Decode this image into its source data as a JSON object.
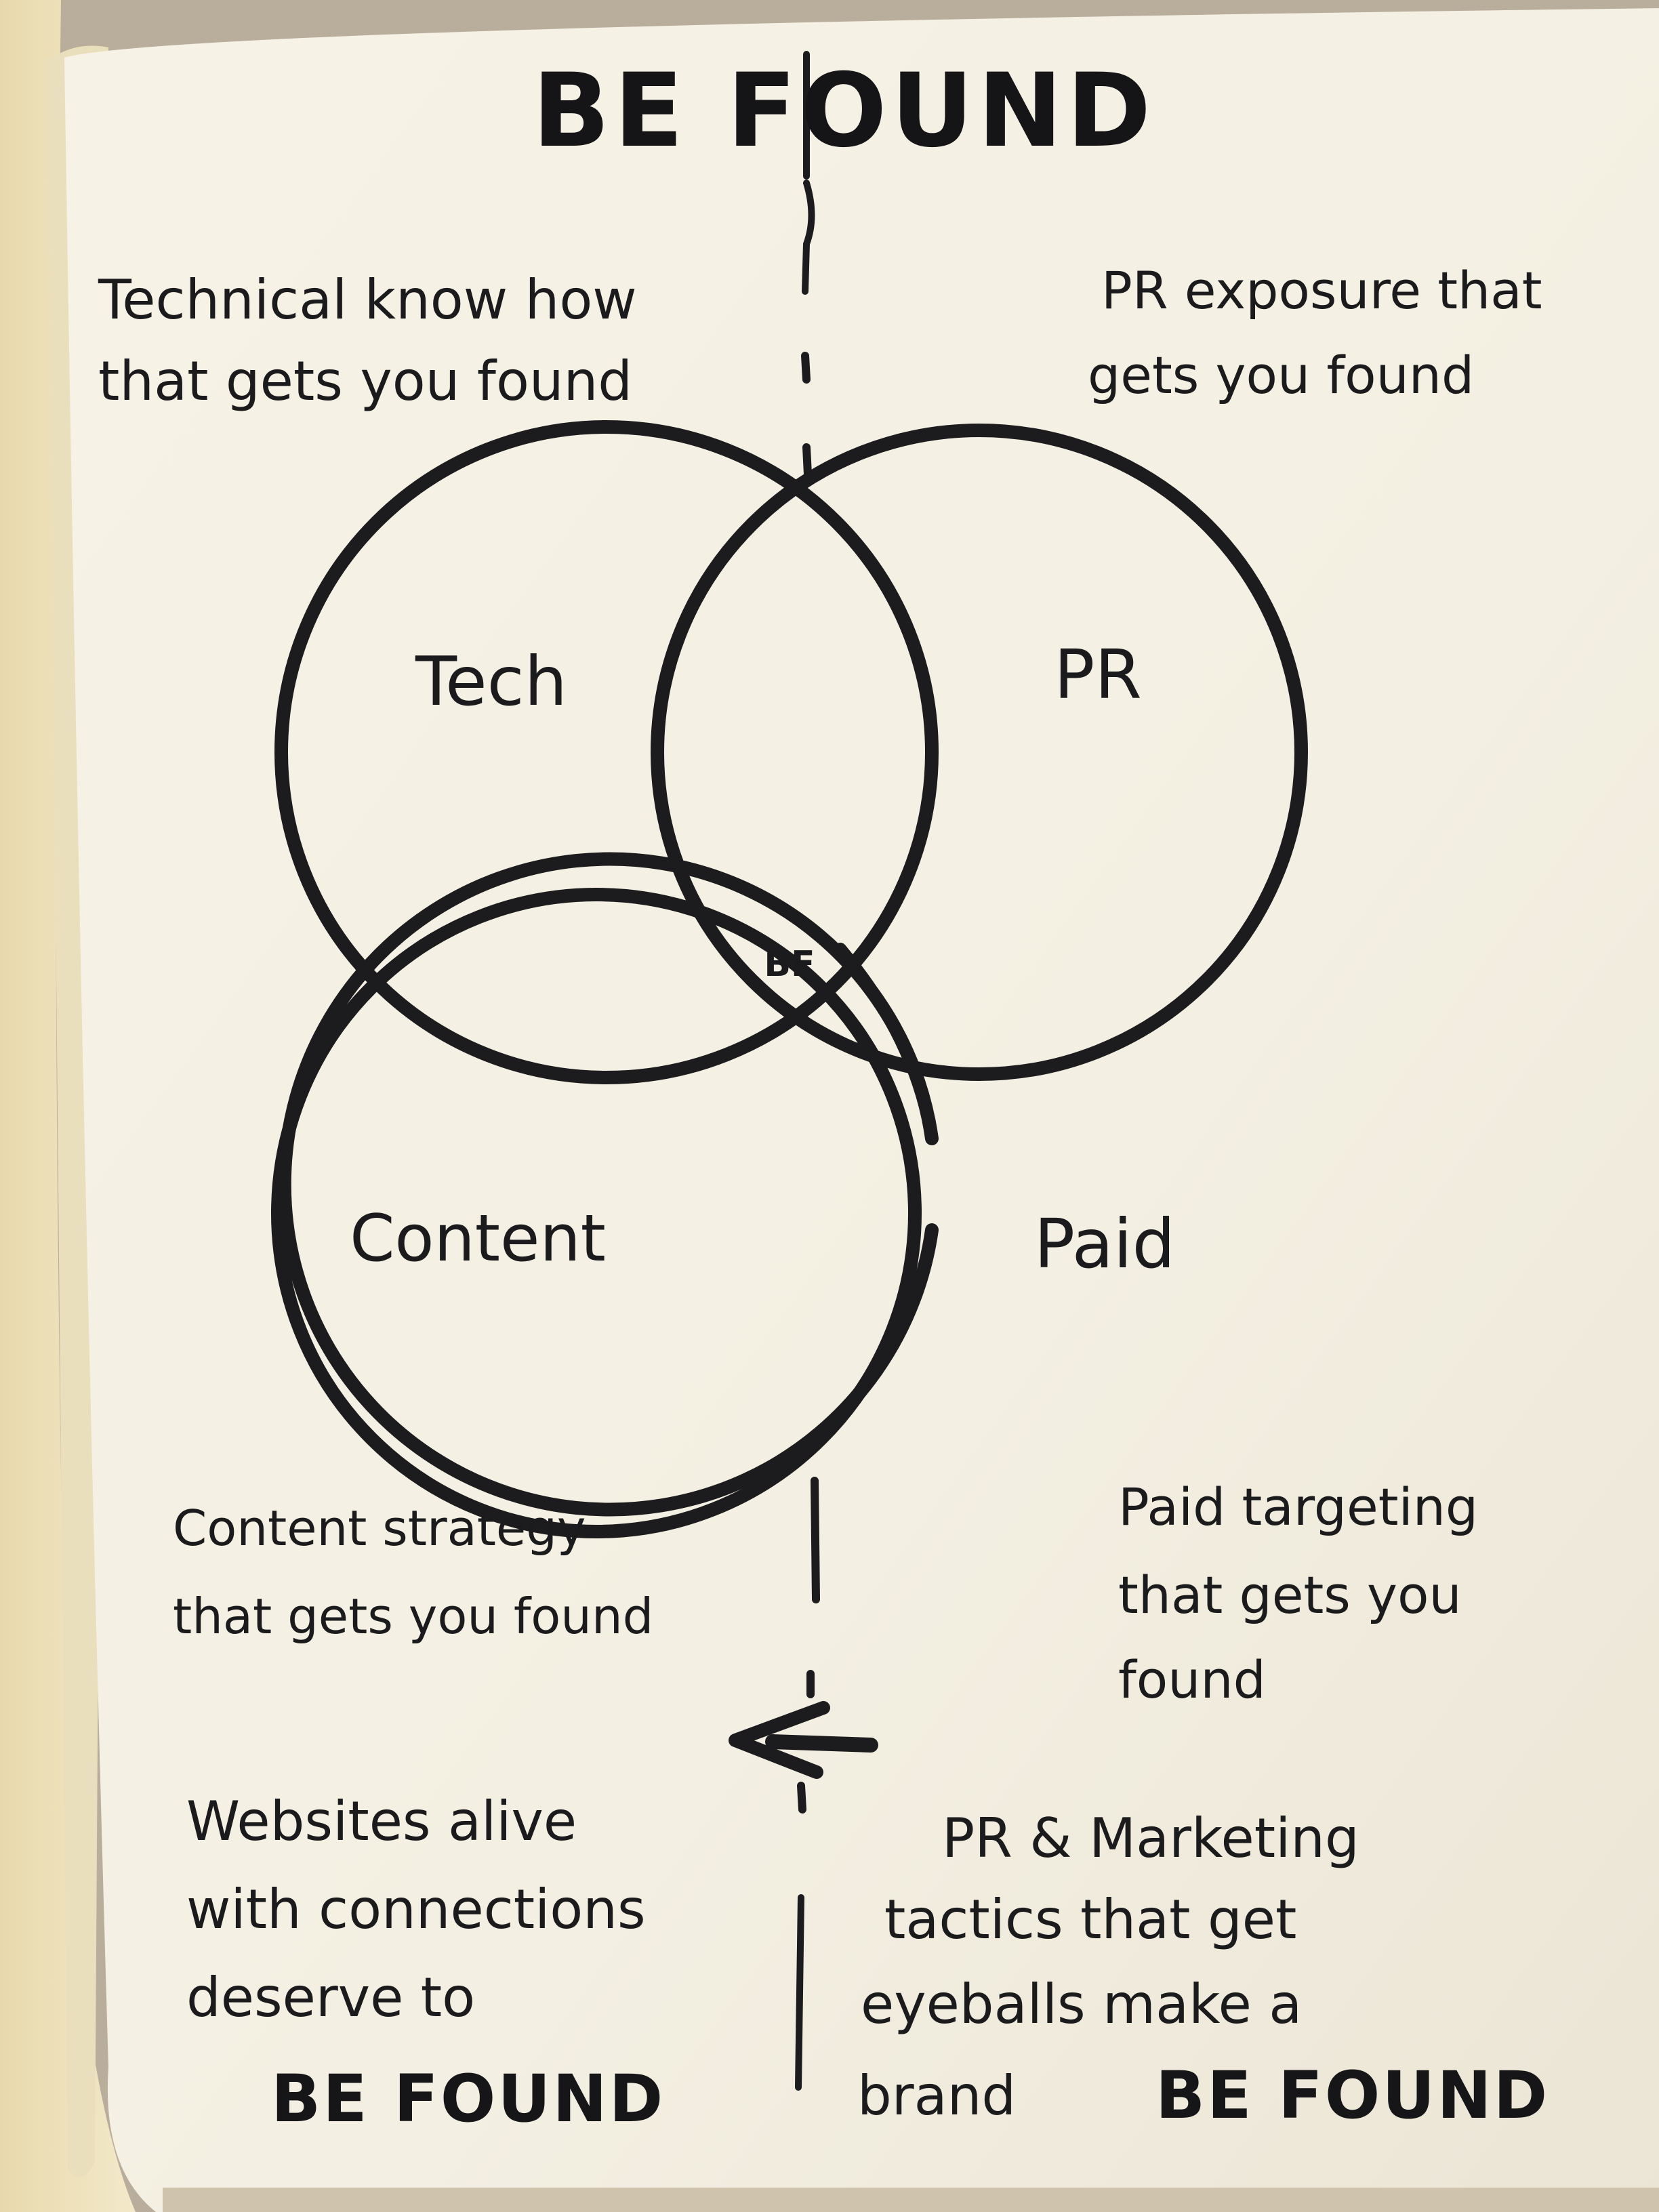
{
  "title": "BE FOUND",
  "circles": [
    {
      "label": "Tech",
      "description": [
        "Technical know how",
        "that gets you found"
      ]
    },
    {
      "label": "PR",
      "description": [
        "PR exposure that",
        "gets you found"
      ]
    },
    {
      "label": "Content",
      "description": [
        "Content strategy",
        "that gets you found"
      ]
    },
    {
      "label": "Paid",
      "description": [
        "Paid targeting",
        "that gets you",
        "found"
      ]
    }
  ],
  "center_label": "BF",
  "bottom_left": {
    "lines": [
      "Websites alive",
      "with connections",
      "deserve to"
    ],
    "emphasis": "BE FOUND"
  },
  "bottom_right": {
    "lines": [
      "PR & Marketing",
      "tactics that get",
      "eyeballs make a",
      "brand"
    ],
    "emphasis": "BE FOUND"
  },
  "colors": {
    "paper": "#f4f0e3",
    "ink": "#1c1c1e",
    "page_edge": "#efe3bd",
    "background": "#b9ad9c"
  }
}
